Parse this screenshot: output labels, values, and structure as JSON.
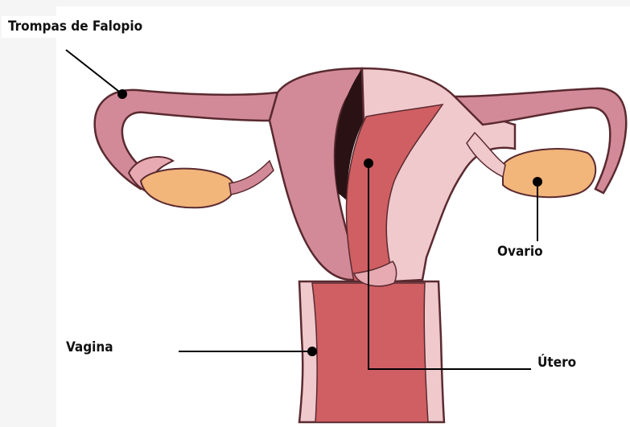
{
  "labels": {
    "fallopian_tubes": "Trompas de Falopio",
    "ovary": "Ovario",
    "vagina": "Vagina",
    "uterus": "Útero"
  },
  "colors": {
    "background": "#f5f5f5",
    "tissue_dark": "#d28a99",
    "tissue_light": "#f0c9cd",
    "tissue_mid": "#e7aab2",
    "cavity": "#cf5f62",
    "ovary": "#f2b57a",
    "outline": "#5a2a30",
    "leader": "#000000"
  }
}
